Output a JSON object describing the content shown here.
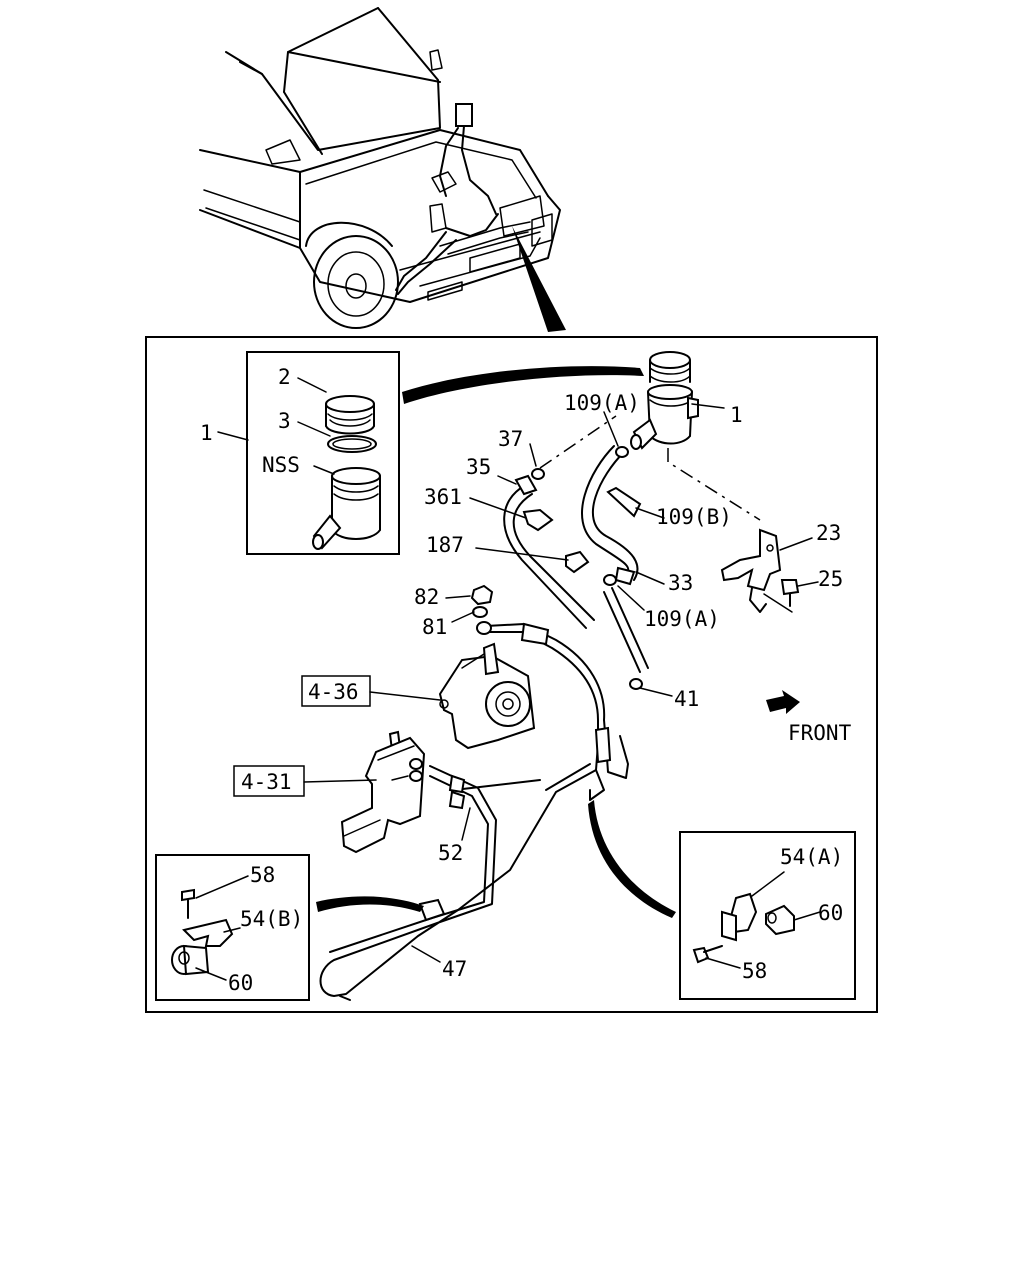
{
  "labels": {
    "reservoir_assy": "1",
    "reservoir_main": "1",
    "cap": "2",
    "seal_ring": "3",
    "nss": "NSS",
    "clamp_109a_upper": "109(A)",
    "clamp_109a_lower": "109(A)",
    "clamp_109b": "109(B)",
    "clip_37": "37",
    "hose_35": "35",
    "clip_361": "361",
    "clip_187": "187",
    "hose_33": "33",
    "bracket_23": "23",
    "bolt_25": "25",
    "nut_82": "82",
    "washer_81": "81",
    "pump_ref": "4-36",
    "clamp_41": "41",
    "front": "FRONT",
    "gear_ref": "4-31",
    "union_52": "52",
    "bolt_58_left": "58",
    "clip_54b": "54(B)",
    "grommet_60_left": "60",
    "pipe_47": "47",
    "clip_54a": "54(A)",
    "grommet_60_right": "60",
    "bolt_58_right": "58"
  }
}
